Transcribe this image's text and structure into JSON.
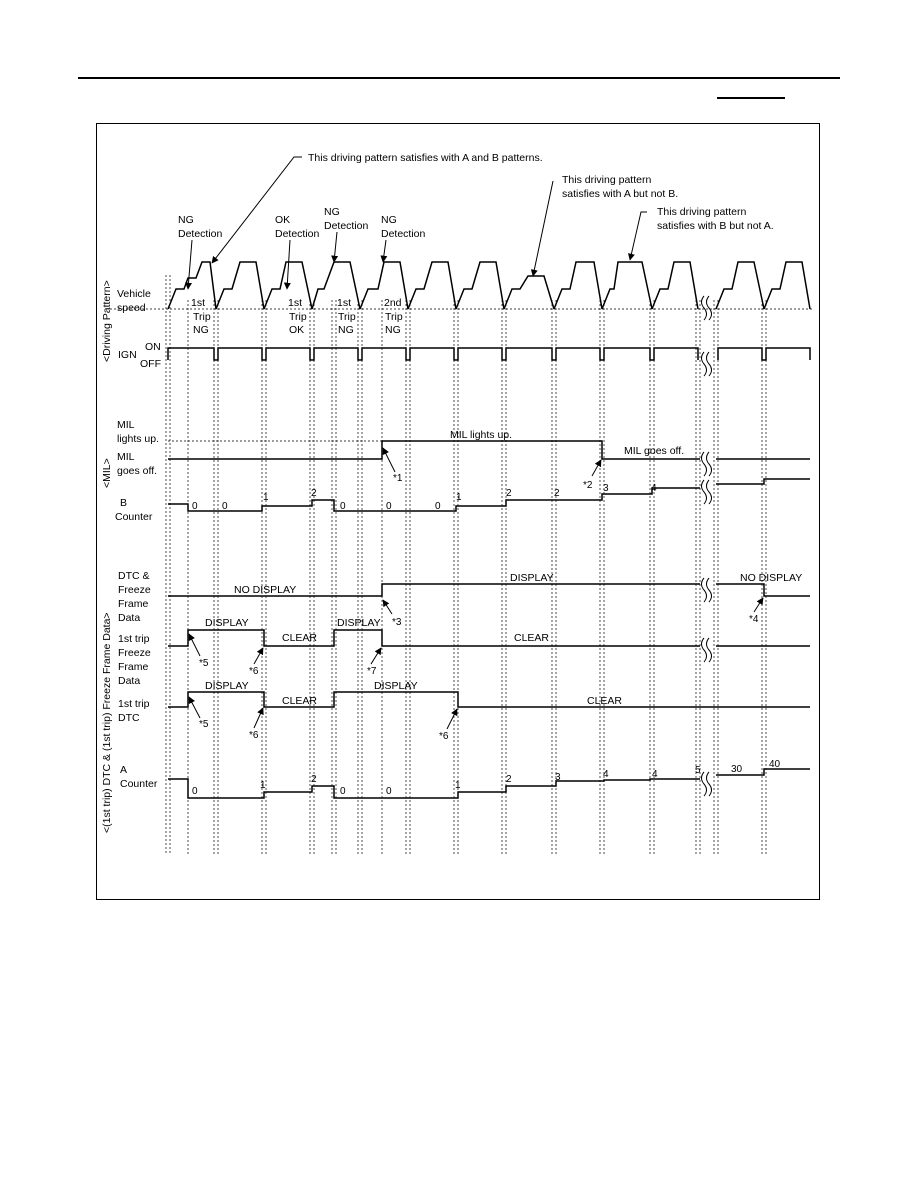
{
  "top_notes": {
    "ab": "This driving pattern satisfies with A and B patterns.",
    "a_not_b_1": "This driving pattern",
    "a_not_b_2": "satisfies with A but not B.",
    "b_not_a_1": "This driving pattern",
    "b_not_a_2": "satisfies with B but not A."
  },
  "detections": [
    {
      "line1": "NG",
      "line2": "Detection"
    },
    {
      "line1": "OK",
      "line2": "Detection"
    },
    {
      "line1": "NG",
      "line2": "Detection"
    },
    {
      "line1": "NG",
      "line2": "Detection"
    }
  ],
  "trips": [
    {
      "l1": "1st",
      "l2": "Trip",
      "l3": "NG"
    },
    {
      "l1": "1st",
      "l2": "Trip",
      "l3": "OK"
    },
    {
      "l1": "1st",
      "l2": "Trip",
      "l3": "NG"
    },
    {
      "l1": "2nd",
      "l2": "Trip",
      "l3": "NG"
    }
  ],
  "section_labels": {
    "driving_pattern": "<Driving Pattern>",
    "mil": "<MIL>",
    "freeze": "<(1st trip) DTC & (1st trip) Freeze Frame Data>"
  },
  "row_labels": {
    "vehicle_speed_1": "Vehicle",
    "vehicle_speed_2": "speed",
    "ign": "IGN",
    "on": "ON",
    "off": "OFF",
    "mil_up_1": "MIL",
    "mil_up_2": "lights up.",
    "mil_off_1": "MIL",
    "mil_off_2": "goes off.",
    "b_counter_1": "B",
    "b_counter_2": "Counter",
    "dtc_1": "DTC &",
    "dtc_2": "Freeze",
    "dtc_3": "Frame",
    "dtc_4": "Data",
    "ff_1": "1st trip",
    "ff_2": "Freeze",
    "ff_3": "Frame",
    "ff_4": "Data",
    "fdtc_1": "1st trip",
    "fdtc_2": "DTC",
    "a_counter_1": "A",
    "a_counter_2": "Counter"
  },
  "mil_texts": {
    "lights_up": "MIL lights up.",
    "goes_off": "MIL goes off."
  },
  "dtc_texts": {
    "no_display": "NO DISPLAY",
    "display": "DISPLAY",
    "no_display_end": "NO DISPLAY"
  },
  "ff_texts": {
    "display1": "DISPLAY",
    "clear1": "CLEAR",
    "display2": "DISPLAY",
    "clear2": "CLEAR"
  },
  "fdtc_texts": {
    "display1": "DISPLAY",
    "clear1": "CLEAR",
    "display2": "DISPLAY",
    "clear2": "CLEAR"
  },
  "b_counter_values": [
    "0",
    "0",
    "1",
    "2",
    "0",
    "0",
    "0",
    "1",
    "2",
    "2",
    "3",
    "4"
  ],
  "a_counter_values": [
    "0",
    "1",
    "2",
    "0",
    "0",
    "1",
    "2",
    "3",
    "4",
    "4",
    "5",
    "30",
    "40"
  ],
  "footnotes": {
    "n1": "*1",
    "n2": "*2",
    "n3": "*3",
    "n4": "*4",
    "n5a": "*5",
    "n5b": "*5",
    "n6a": "*6",
    "n6b": "*6",
    "n6c": "*6",
    "n7": "*7"
  }
}
